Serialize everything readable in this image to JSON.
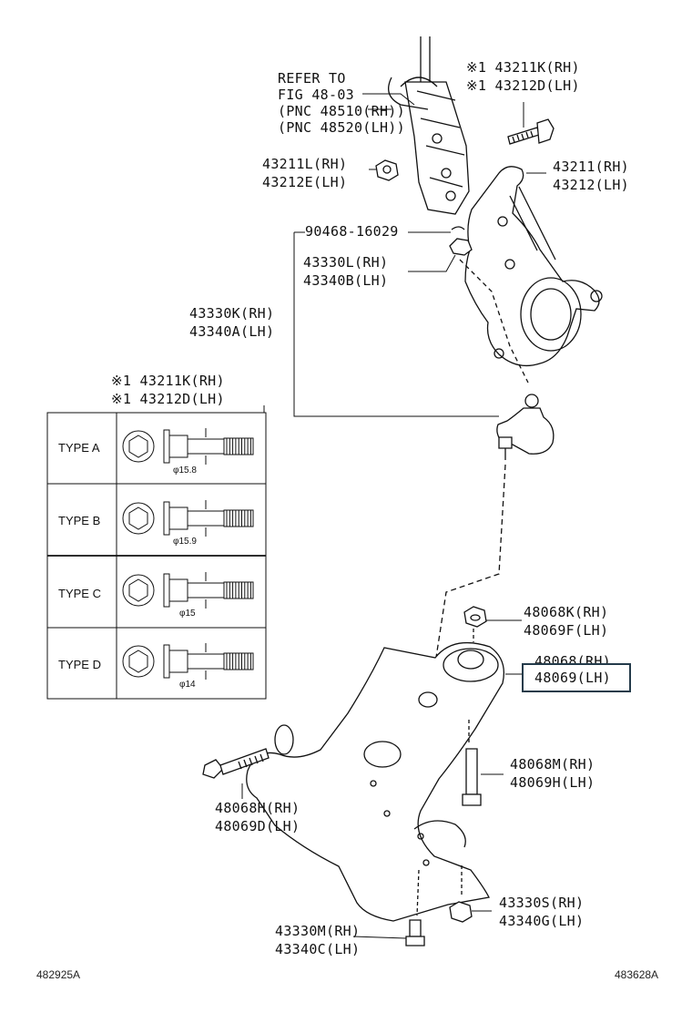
{
  "refer": {
    "line1": "REFER TO",
    "line2": "FIG 48-03",
    "line3": "(PNC 48510(RH))",
    "line4": "(PNC 48520(LH))"
  },
  "parts": {
    "bolt_top": {
      "rh": "※1 43211K(RH)",
      "lh": "※1 43212D(LH)"
    },
    "nut_l": {
      "rh": "43211L(RH)",
      "lh": "43212E(LH)"
    },
    "knuckle": {
      "rh": "43211(RH)",
      "lh": "43212(LH)"
    },
    "cotter_pin": {
      "label": "90468-16029"
    },
    "nut_ball": {
      "rh": "43330L(RH)",
      "lh": "43340B(LH)"
    },
    "ball_joint": {
      "rh": "43330K(RH)",
      "lh": "43340A(LH)"
    },
    "bolt_table": {
      "rh": "※1 43211K(RH)",
      "lh": "※1 43212D(LH)"
    },
    "nut_k": {
      "rh": "48068K(RH)",
      "lh": "48069F(LH)"
    },
    "lower_arm": {
      "rh": "48068(RH)",
      "lh": "48069(LH)"
    },
    "bolt_m": {
      "rh": "48068M(RH)",
      "lh": "48069H(LH)"
    },
    "bolt_h": {
      "rh": "48068H(RH)",
      "lh": "48069D(LH)"
    },
    "nut_s": {
      "rh": "43330S(RH)",
      "lh": "43340G(LH)"
    },
    "bolt_c": {
      "rh": "43330M(RH)",
      "lh": "43340C(LH)"
    }
  },
  "table": {
    "rows": [
      {
        "type": "TYPE A",
        "dim": "φ15.8"
      },
      {
        "type": "TYPE B",
        "dim": "φ15.9"
      },
      {
        "type": "TYPE C",
        "dim": "φ15"
      },
      {
        "type": "TYPE D",
        "dim": "φ14"
      }
    ]
  },
  "footer": {
    "left_code": "482925A",
    "right_code": "483628A"
  },
  "colors": {
    "highlight_border": "#243b4a",
    "line": "#111111"
  }
}
